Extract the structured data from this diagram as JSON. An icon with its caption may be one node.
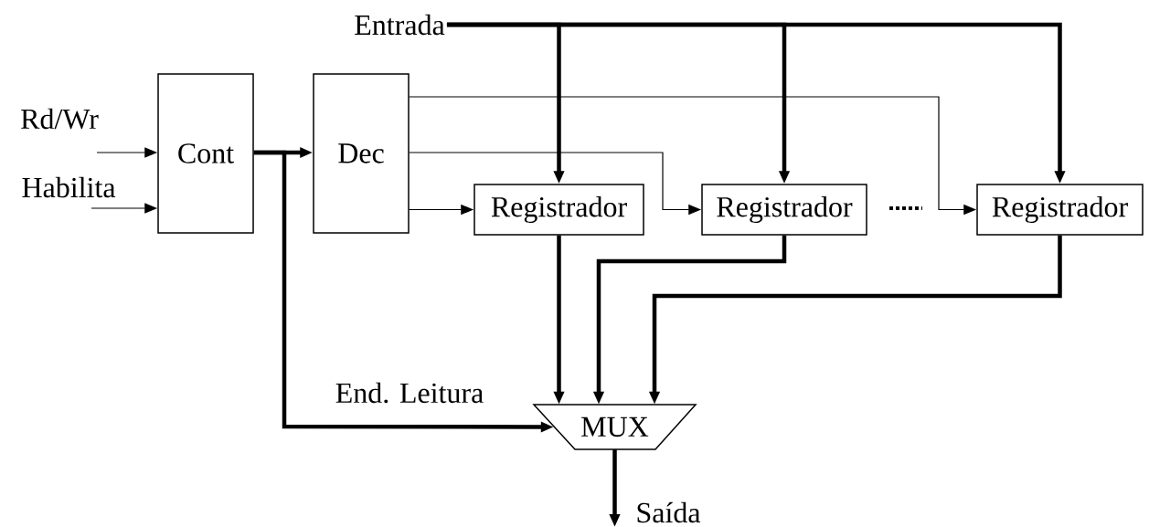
{
  "diagram": {
    "nodes": [
      {
        "text": [
          "Entrada"
        ]
      },
      {
        "text": [
          "Cont"
        ]
      },
      {
        "text": [
          "Dec"
        ]
      },
      {
        "text": [
          "Registrador"
        ]
      },
      {
        "text": [
          "Registrador"
        ]
      },
      {
        "text": [
          "Registrador"
        ]
      },
      {
        "text": [
          "MUX"
        ]
      }
    ],
    "edges": [
      {
        "from": null,
        "to": 1,
        "arrow": "to",
        "label": "Rd/Wr"
      },
      {
        "from": null,
        "to": 1,
        "arrow": "to",
        "label": "Habilita"
      },
      {
        "from": 1,
        "to": 2,
        "arrow": "to"
      },
      {
        "from": 1,
        "to": 6,
        "arrow": "to",
        "label": "End. Leitura"
      },
      {
        "from": 2,
        "to": 3,
        "arrow": "to"
      },
      {
        "from": 2,
        "to": 4,
        "arrow": "to"
      },
      {
        "from": 2,
        "to": 5,
        "arrow": "to"
      },
      {
        "from": 0,
        "to": 3,
        "arrow": "to"
      },
      {
        "from": 0,
        "to": 4,
        "arrow": "to"
      },
      {
        "from": 0,
        "to": 5,
        "arrow": "to"
      },
      {
        "from": 3,
        "to": 6,
        "arrow": "to"
      },
      {
        "from": 4,
        "to": 6,
        "arrow": "to"
      },
      {
        "from": 5,
        "to": 6,
        "arrow": "to"
      },
      {
        "from": 6,
        "to": null,
        "arrow": "to",
        "label": "Saída"
      }
    ]
  }
}
